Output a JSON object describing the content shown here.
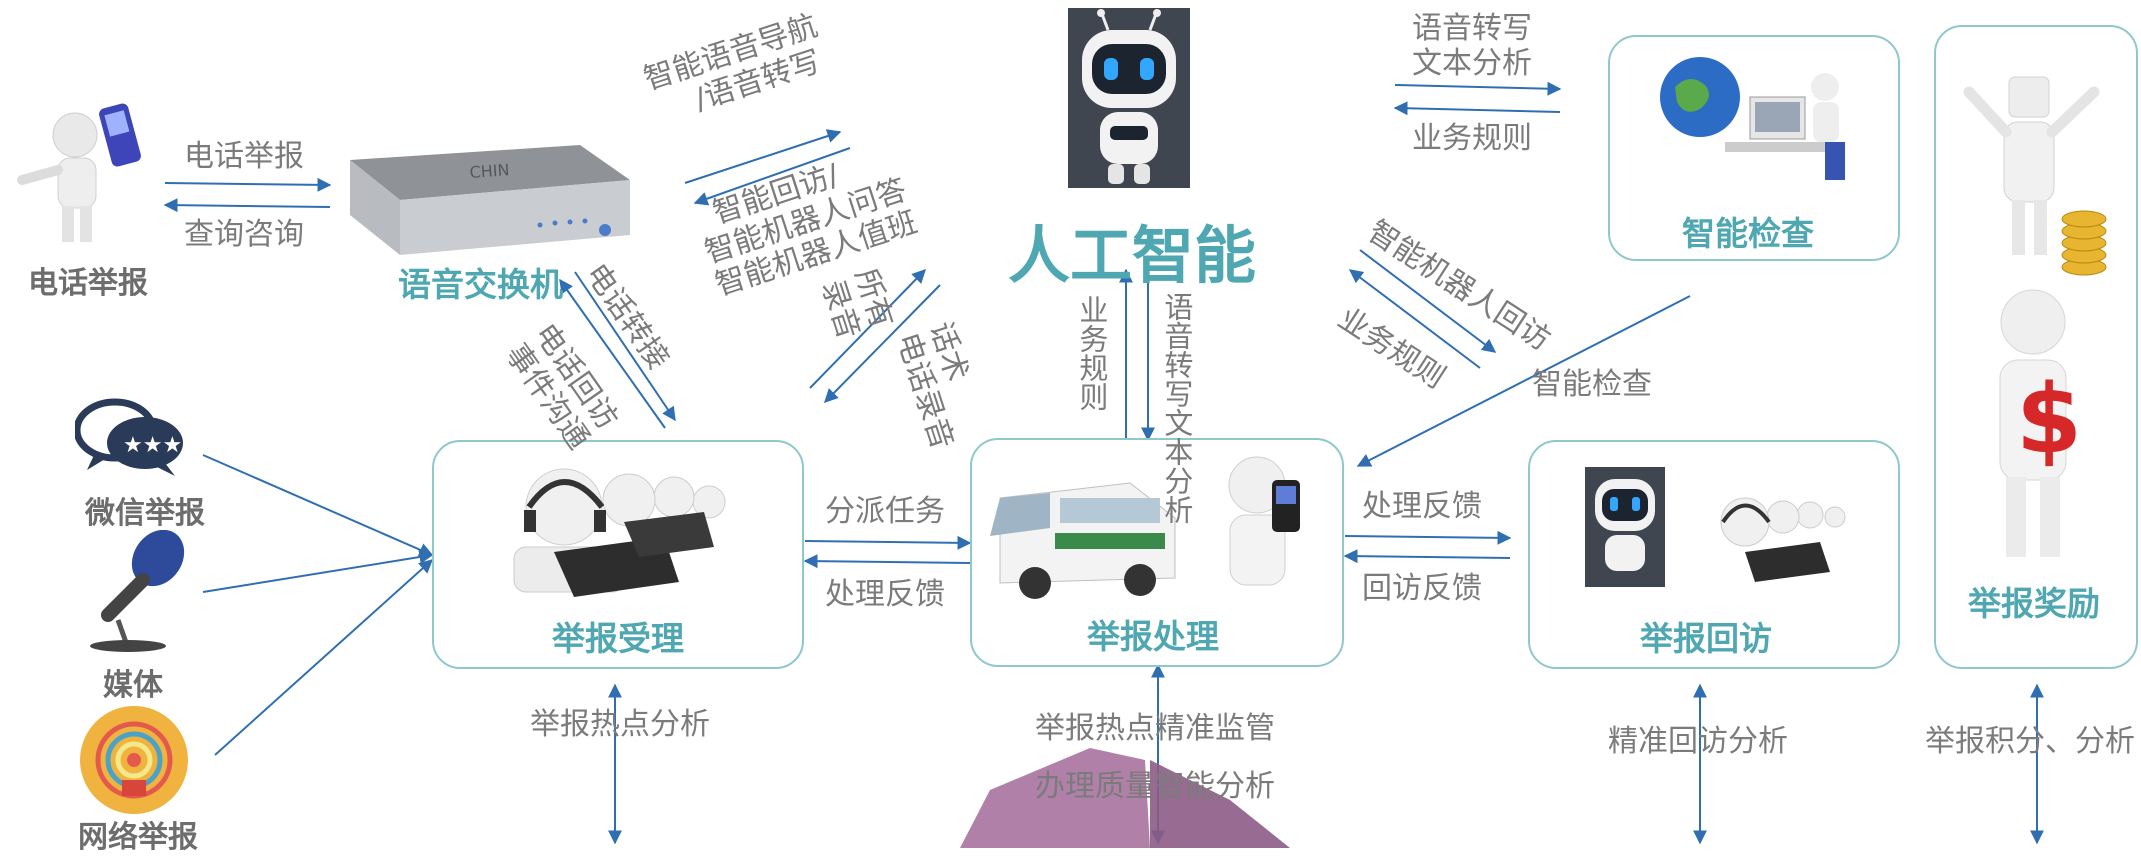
{
  "colors": {
    "teal": "#4fa7b1",
    "arrow": "#2f6fb1",
    "box_border": "#8fc8cb",
    "text_gray": "#7b7b7b"
  },
  "ai_center": {
    "title": "人工智能",
    "icon": "robot-icon"
  },
  "phone_report": {
    "label": "电话举报",
    "icon": "phone-person-icon"
  },
  "voice_switch": {
    "label": "语音交换机",
    "icon": "voice-switch-device-icon"
  },
  "wechat": {
    "label": "微信举报",
    "icon": "wechat-chat-icon"
  },
  "media": {
    "label": "媒体",
    "icon": "microphone-icon"
  },
  "web": {
    "label": "网络举报",
    "icon": "network-broadcast-icon"
  },
  "boxes": {
    "acceptance": "举报受理",
    "processing": "举报处理",
    "revisit": "举报回访",
    "inspection": "智能检查",
    "reward": "举报奖励"
  },
  "flows": {
    "phone_report": "电话举报",
    "query": "查询咨询",
    "nav_line1": "智能语音导航",
    "nav_line2": "/语音转写",
    "revisit_line1": "智能回访/",
    "revisit_line2": "智能机器人问答",
    "revisit_line3": "智能机器人值班",
    "record_line1": "所有",
    "record_line2": "录音",
    "phone_review_line1": "话术",
    "phone_review_line2": "电话录音",
    "phone_transfer": "电话转接",
    "callback_line1": "电话回访",
    "callback_line2": "事件沟通",
    "business_rules_v": "业务规则",
    "transcribe_v1": "语音转写",
    "transcribe_v2": "文本分析",
    "ai_inspect_line1": "语音转写",
    "ai_inspect_line2": "文本分析",
    "ai_inspect_rules": "业务规则",
    "robot_revisit": "智能机器人回访",
    "robot_rules": "业务规则",
    "smart_check": "智能检查",
    "dispatch": "分派任务",
    "feedback1": "处理反馈",
    "feedback2": "处理反馈",
    "revisit_feedback": "回访反馈"
  },
  "bottom": {
    "hotspot": "举报热点分析",
    "precise_1": "举报热点精准监管",
    "precise_2": "办理质量智能分析",
    "revisit_analysis": "精准回访分析",
    "points": "举报积分、分析"
  }
}
